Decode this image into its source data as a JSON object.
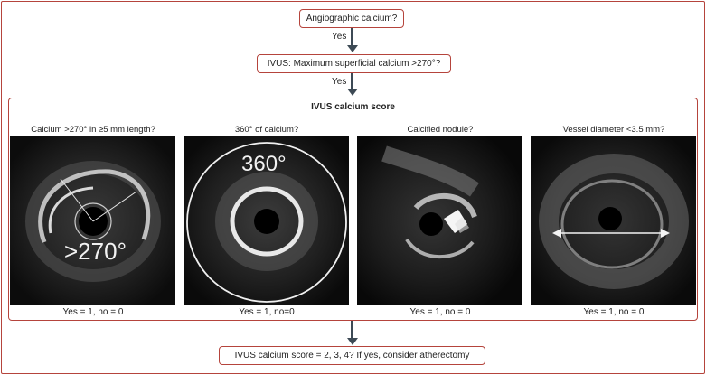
{
  "flow": {
    "step1": "Angiographic calcium?",
    "yes1": "Yes",
    "step2": "IVUS: Maximum superficial calcium >270°?",
    "yes2": "Yes",
    "step4": "IVUS calcium score = 2, 3, 4? If yes, consider atherectomy"
  },
  "score_panel": {
    "title": "IVUS calcium score",
    "columns": [
      {
        "question": "Calcium >270° in ≥5 mm length?",
        "image_label": ">270°",
        "score": "Yes = 1, no = 0"
      },
      {
        "question": "360° of calcium?",
        "image_label": "360°",
        "score": "Yes = 1, no=0"
      },
      {
        "question": "Calcified nodule?",
        "image_label": "",
        "score": "Yes = 1, no = 0"
      },
      {
        "question": "Vessel diameter <3.5 mm?",
        "image_label": "",
        "score": "Yes = 1, no = 0"
      }
    ]
  },
  "colors": {
    "border": "#b5443c",
    "arrow": "#3d4a55",
    "image_bg": "#111111"
  }
}
